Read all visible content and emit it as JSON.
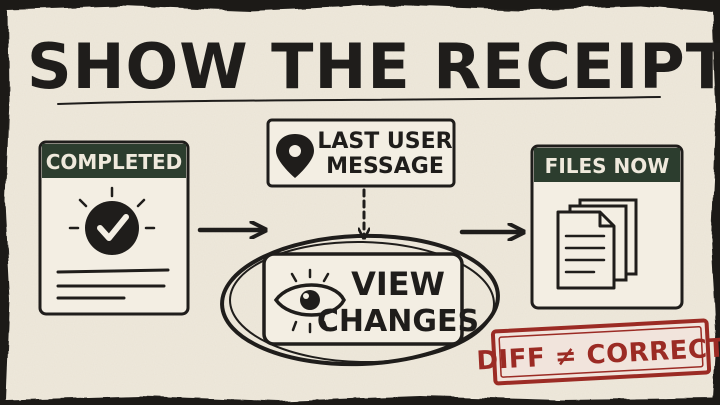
{
  "title": "SHOW THE RECEIPT",
  "nodes": {
    "completed": {
      "label": "COMPLETED"
    },
    "last_message": {
      "line1": "LAST USER",
      "line2": "MESSAGE"
    },
    "view_changes": {
      "line1": "VIEW",
      "line2": "CHANGES"
    },
    "files_now": {
      "label": "FILES NOW"
    }
  },
  "stamp": {
    "text": "DIFF ≠ CORRECT"
  },
  "icons": {
    "completed": "check-circle-icon",
    "last_message": "location-pin-icon",
    "view_changes": "eye-icon",
    "files_now": "documents-icon"
  },
  "colors": {
    "paper": "#efe9dc",
    "ink": "#1f1d1b",
    "header_green": "#2c3d2e",
    "stamp_red": "#9b2b24"
  }
}
